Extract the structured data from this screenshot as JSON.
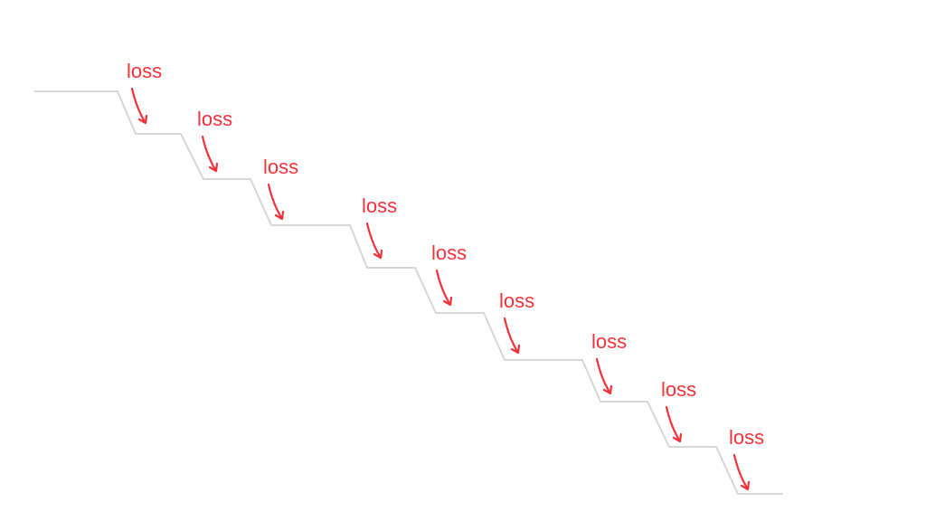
{
  "labels": [
    "loss",
    "loss",
    "loss",
    "loss",
    "loss",
    "loss",
    "loss",
    "loss",
    "loss"
  ],
  "colors": {
    "stairs": "#d6d6d6",
    "annotation": "#f2323a"
  }
}
